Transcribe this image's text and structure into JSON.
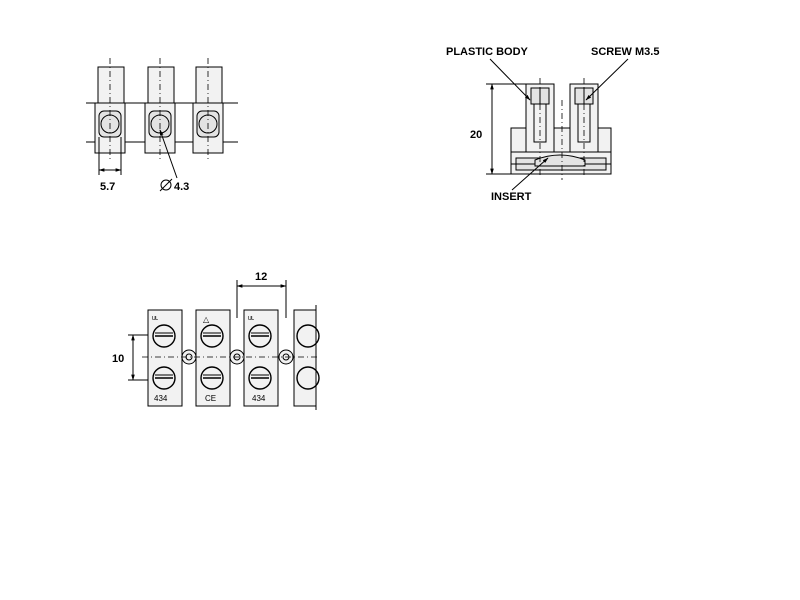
{
  "labels": {
    "plastic_body": "PLASTIC BODY",
    "screw": "SCREW  M3.5",
    "insert": "INSERT"
  },
  "dimensions": {
    "pitch_small": "5.7",
    "hole_diameter": "4.3",
    "height": "20",
    "pitch": "12",
    "screw_spacing": "10"
  },
  "markings": {
    "part_number": "434",
    "ce_mark": "CE"
  }
}
